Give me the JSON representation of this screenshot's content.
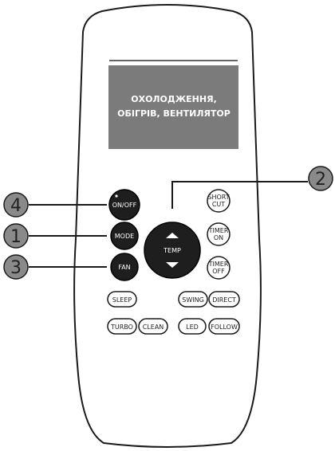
{
  "screen": {
    "line1": "ОХОЛОДЖЕННЯ,",
    "line2": "ОБІГРІВ, ВЕНТИЛЯТОР"
  },
  "buttons": {
    "onoff": "ON/OFF",
    "mode": "MODE",
    "fan": "FAN",
    "temp": "TEMP",
    "shortcut_line1": "SHORT",
    "shortcut_line2": "CUT",
    "timer_on_line1": "TIMER",
    "timer_on_line2": "ON",
    "timer_off_line1": "TIMER",
    "timer_off_line2": "OFF",
    "sleep": "SLEEP",
    "swing": "SWING",
    "direct": "DIRECT",
    "turbo": "TURBO",
    "clean": "CLEAN",
    "led": "LED",
    "follow": "FOLLOW"
  },
  "callouts": {
    "c4": "4",
    "c1": "1",
    "c3": "3",
    "c2": "2"
  },
  "colors": {
    "screen": "#7b7b7b",
    "dark_button": "#1e1e1e",
    "callout_circle": "#8a8a8a"
  }
}
